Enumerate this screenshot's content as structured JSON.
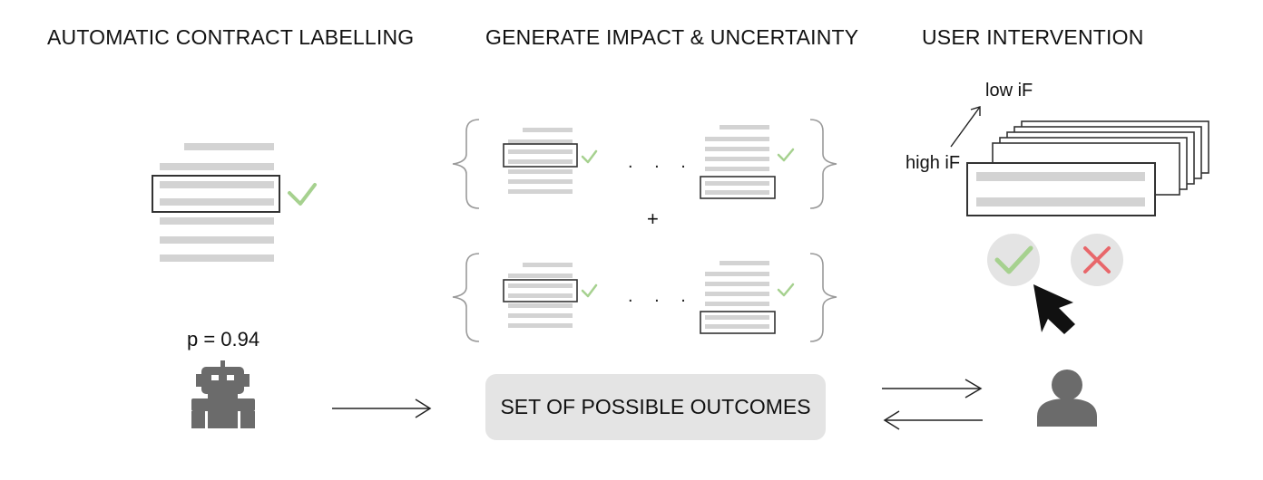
{
  "sections": {
    "labelling": {
      "title": "AUTOMATIC CONTRACT LABELLING"
    },
    "generate": {
      "title": "GENERATE IMPACT & UNCERTAINTY"
    },
    "intervention": {
      "title": "USER INTERVENTION"
    }
  },
  "model": {
    "probability_label": "p = 0.94",
    "icon": "robot-icon"
  },
  "outcomes": {
    "label": "SET OF POSSIBLE OUTCOMES",
    "plus": "+",
    "ellipsis": ". . ."
  },
  "ranking": {
    "low": "low iF",
    "high": "high iF"
  },
  "user": {
    "icon": "user-icon",
    "accept_icon": "check-icon",
    "reject_icon": "cross-icon"
  },
  "colors": {
    "line": "#d3d3d3",
    "check": "#a6d18f",
    "cross": "#e8676b",
    "circle": "#e4e4e4",
    "icon": "#6b6b6b"
  }
}
